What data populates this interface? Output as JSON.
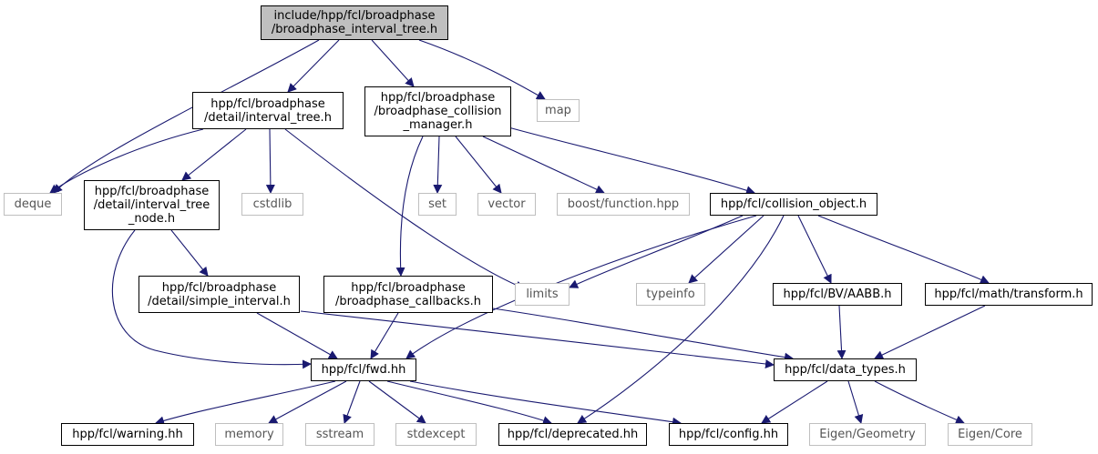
{
  "colors": {
    "edge": "#191970",
    "root_fill": "#bfbfbf",
    "documented_border": "#000000",
    "external_border": "#bfbfbf"
  },
  "nodes": {
    "root": "include/hpp/fcl/broadphase\n/broadphase_interval_tree.h",
    "interval_tree_h": "hpp/fcl/broadphase\n/detail/interval_tree.h",
    "collision_manager_h": "hpp/fcl/broadphase\n/broadphase_collision\n_manager.h",
    "map": "map",
    "deque": "deque",
    "interval_tree_node_h": "hpp/fcl/broadphase\n/detail/interval_tree\n_node.h",
    "cstdlib": "cstdlib",
    "set": "set",
    "vector": "vector",
    "boost_function": "boost/function.hpp",
    "collision_object_h": "hpp/fcl/collision_object.h",
    "simple_interval_h": "hpp/fcl/broadphase\n/detail/simple_interval.h",
    "callbacks_h": "hpp/fcl/broadphase\n/broadphase_callbacks.h",
    "limits": "limits",
    "typeinfo": "typeinfo",
    "aabb_h": "hpp/fcl/BV/AABB.h",
    "transform_h": "hpp/fcl/math/transform.h",
    "fwd_hh": "hpp/fcl/fwd.hh",
    "data_types_h": "hpp/fcl/data_types.h",
    "warning_hh": "hpp/fcl/warning.hh",
    "memory": "memory",
    "sstream": "sstream",
    "stdexcept": "stdexcept",
    "deprecated_hh": "hpp/fcl/deprecated.hh",
    "config_hh": "hpp/fcl/config.hh",
    "eigen_geometry": "Eigen/Geometry",
    "eigen_core": "Eigen/Core"
  }
}
